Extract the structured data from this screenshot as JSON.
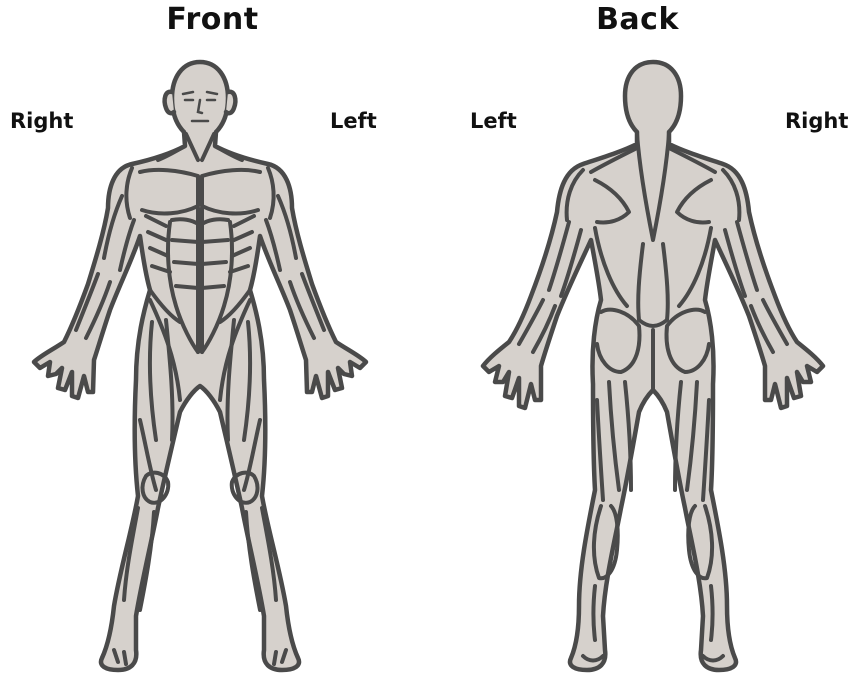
{
  "front": {
    "title": "Front",
    "label_left_side": "Right",
    "label_right_side": "Left"
  },
  "back": {
    "title": "Back",
    "label_left_side": "Left",
    "label_right_side": "Right"
  },
  "colors": {
    "body_fill": "#d6d1cc",
    "outline": "#4a4a4a",
    "text": "#111111"
  }
}
